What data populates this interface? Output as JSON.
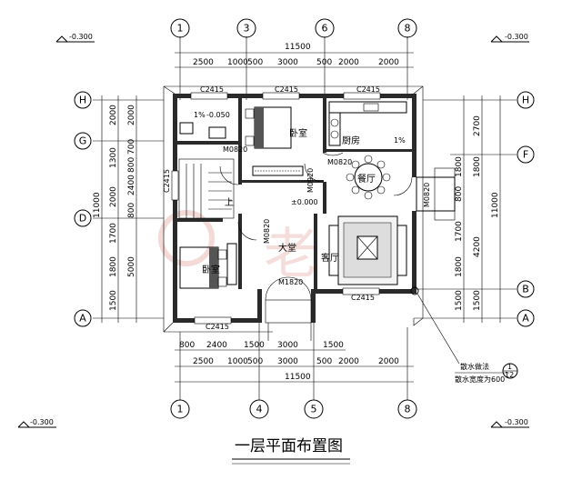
{
  "title": "一层平面布置图",
  "watermark": "老",
  "axes_top": [
    "1",
    "3",
    "6",
    "8"
  ],
  "axes_bottom": [
    "1",
    "4",
    "5",
    "8"
  ],
  "axes_left": [
    "H",
    "G",
    "D",
    "A"
  ],
  "axes_right": [
    "H",
    "F",
    "B",
    "A"
  ],
  "dims_top_outer": "11500",
  "dims_top_inner": [
    "2500",
    "1000",
    "500",
    "3000",
    "500",
    "2000",
    "2000"
  ],
  "dims_bottom_row1": [
    "800",
    "2400",
    "1500",
    "3000",
    "1500"
  ],
  "dims_bottom_row2": [
    "2500",
    "1000",
    "500",
    "3000",
    "500",
    "2000",
    "2000"
  ],
  "dims_bottom_outer": "11500",
  "dims_left_outer": "11000",
  "dims_left_mid": [
    "2000",
    "1300",
    "2000",
    "1700",
    "1800",
    "1500"
  ],
  "dims_left_inner": [
    "2000",
    "700",
    "800",
    "2400",
    "800",
    "5000"
  ],
  "dims_right_outer": "11000",
  "dims_right_mid": [
    "2700",
    "1800",
    "4200",
    "1500"
  ],
  "dims_right_inner": [
    "1800",
    "800",
    "1700",
    "1800",
    "1500"
  ],
  "levels": {
    "corner": "-0.300",
    "floor": "±0.000",
    "bath": "-0.050"
  },
  "rooms": {
    "bedroom_top": "卧室",
    "kitchen": "厨房",
    "dining": "餐厅",
    "hall": "大堂",
    "living": "客厅",
    "bedroom_bottom": "卧室",
    "stairs_up": "上"
  },
  "windows": [
    "C2415",
    "C2415",
    "C2415",
    "C2415",
    "C2415",
    "C2415"
  ],
  "doors": [
    "M0820",
    "M0820",
    "M0920",
    "M0820",
    "M0820",
    "M1820"
  ],
  "slope": "1%",
  "note_line1": "散水做法",
  "note_line2": "散水宽度为600",
  "note_ref_top": "1",
  "note_ref_bottom": "12"
}
